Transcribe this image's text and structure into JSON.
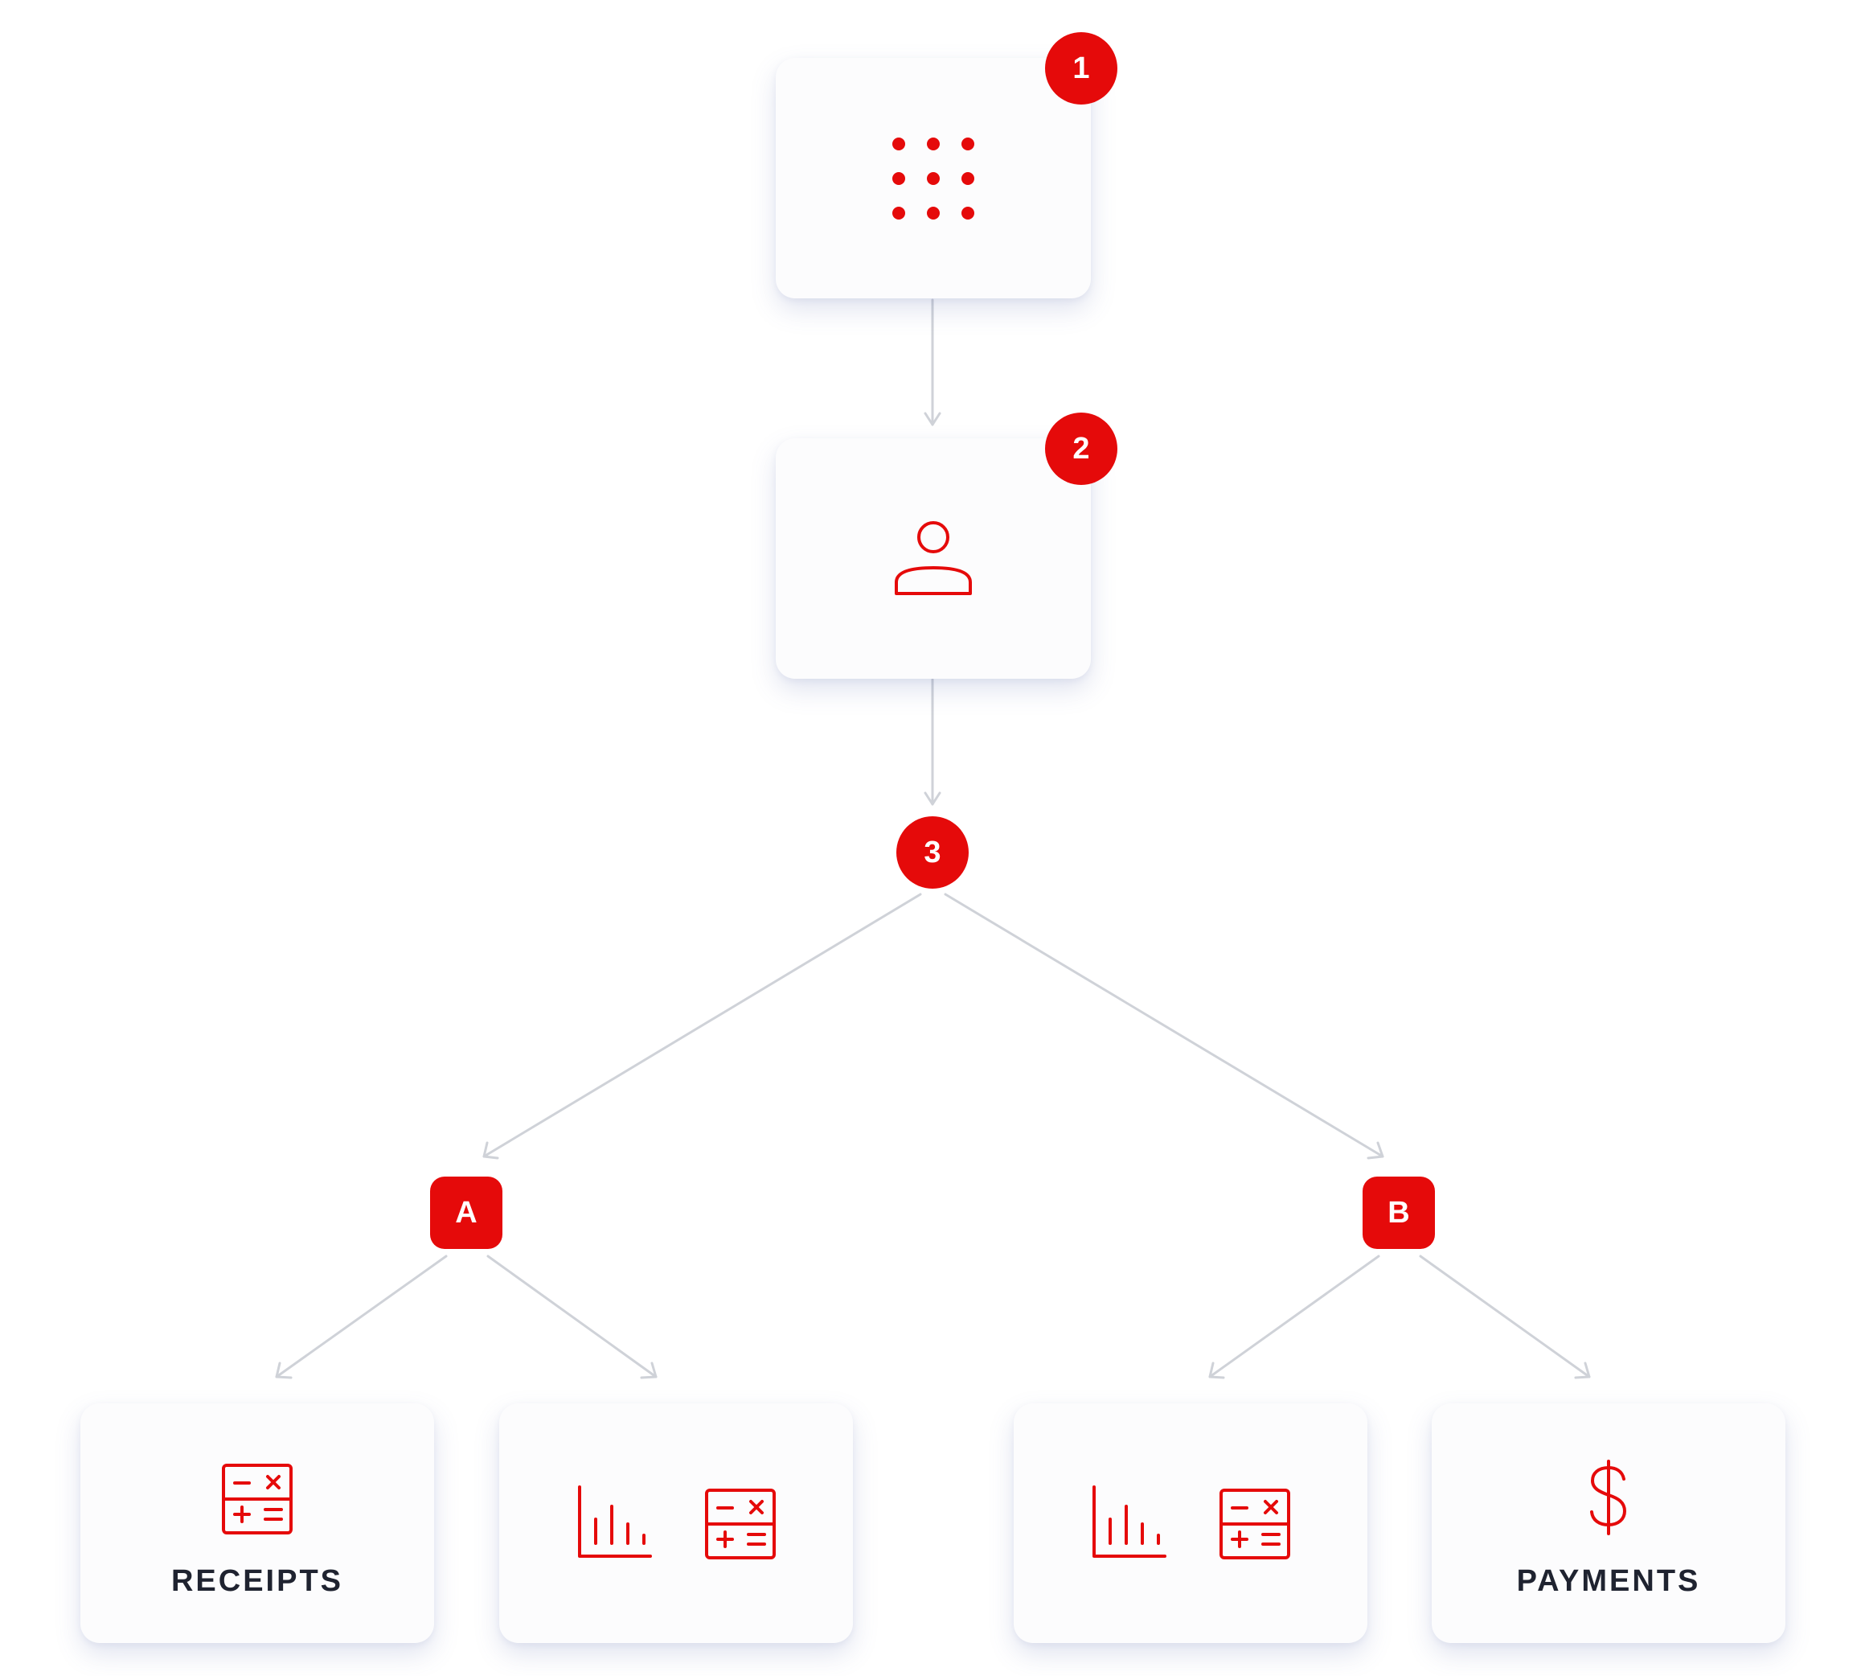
{
  "colors": {
    "accent": "#e50a0a",
    "connector": "#cfd2d8",
    "label": "#1f2330",
    "card": "#fcfcfd"
  },
  "steps": {
    "step1": {
      "badge": "1",
      "icon": "grid-dots-icon"
    },
    "step2": {
      "badge": "2",
      "icon": "user-icon"
    },
    "step3": {
      "badge": "3"
    }
  },
  "branches": {
    "a": {
      "badge": "A",
      "cards": [
        {
          "icon": "calculator-icon",
          "label": "RECEIPTS"
        },
        {
          "icons": [
            "bar-chart-icon",
            "calculator-icon"
          ]
        }
      ]
    },
    "b": {
      "badge": "B",
      "cards": [
        {
          "icons": [
            "bar-chart-icon",
            "calculator-icon"
          ]
        },
        {
          "icon": "dollar-icon",
          "label": "PAYMENTS"
        }
      ]
    }
  }
}
